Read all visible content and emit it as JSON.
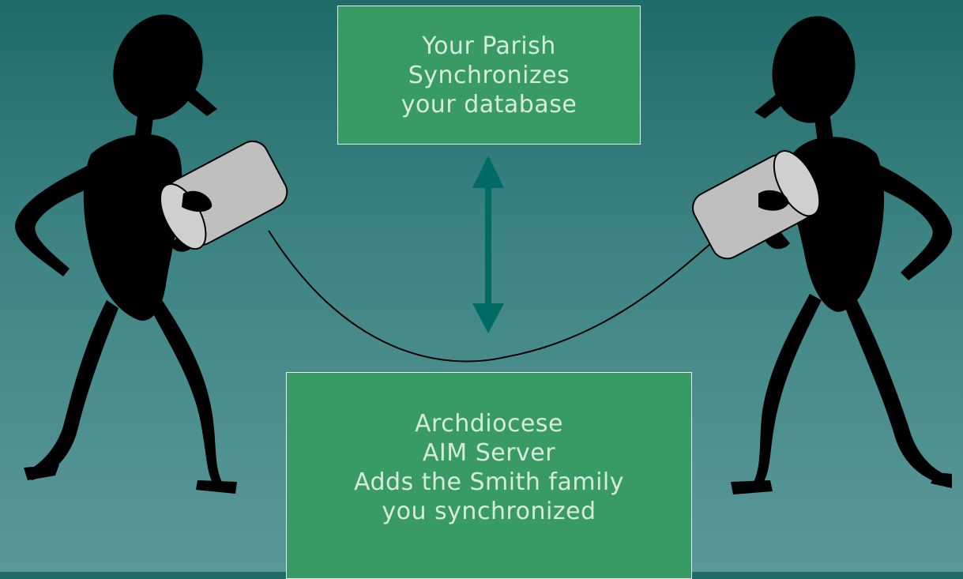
{
  "parish_box": {
    "lines": [
      "Your Parish",
      "Synchronizes",
      "your database"
    ]
  },
  "archdiocese_box": {
    "lines": [
      "Archdiocese",
      "AIM Server",
      "Adds the Smith family",
      "you synchronized"
    ]
  },
  "colors": {
    "background_top": "#1f6b6a",
    "background_bottom": "#5a9898",
    "box_fill": "#389a65",
    "box_text": "#d6ecd8",
    "arrow": "#006a64",
    "figure": "#000000",
    "can": "#bfbfbf"
  },
  "icons": [
    "left-figure-with-tin-can",
    "right-figure-with-tin-can",
    "double-headed-arrow",
    "string-line"
  ]
}
